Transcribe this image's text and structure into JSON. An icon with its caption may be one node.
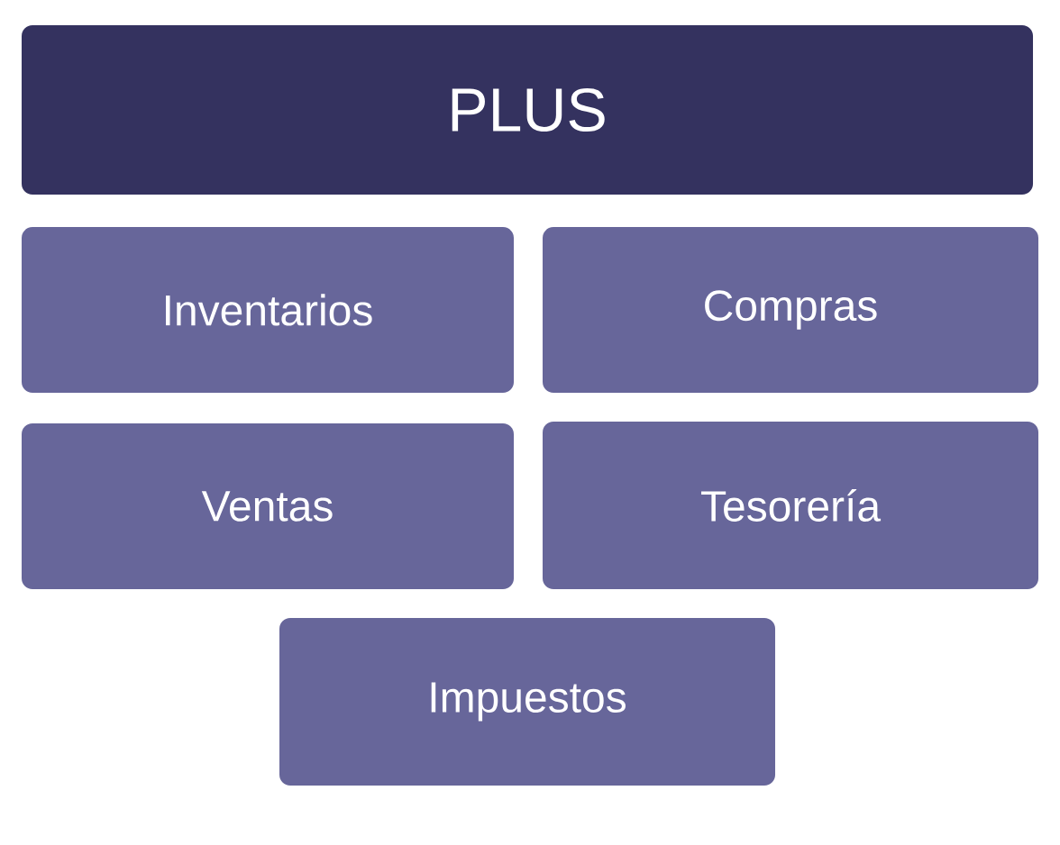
{
  "diagram": {
    "nodes": [
      {
        "text": [
          "PLUS"
        ]
      },
      {
        "text": [
          "Inventarios"
        ]
      },
      {
        "text": [
          "Compras"
        ]
      },
      {
        "text": [
          "Ventas"
        ]
      },
      {
        "text": [
          "Tesorería"
        ]
      },
      {
        "text": [
          "Impuestos"
        ]
      }
    ]
  }
}
